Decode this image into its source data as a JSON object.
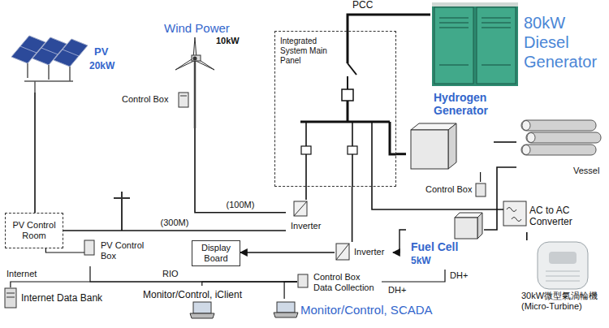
{
  "diagram": {
    "nodes": [
      {
        "text": [
          "80kW Diesel Generator"
        ]
      },
      {
        "text": [
          "PV",
          "20kW"
        ]
      },
      {
        "text": [
          "Wind Power",
          "10kW"
        ]
      },
      {
        "text": [
          "Integrated System Main Panel"
        ]
      },
      {
        "text": [
          "Control Box"
        ]
      },
      {
        "text": [
          "Inverter"
        ]
      },
      {
        "text": [
          "Hydrogen Generator"
        ]
      },
      {
        "text": [
          "Control Box"
        ]
      },
      {
        "text": [
          "Vessel"
        ]
      },
      {
        "text": [
          "PV Control Room"
        ]
      },
      {
        "text": [
          "PV Control Box"
        ]
      },
      {
        "text": [
          "Display Board"
        ]
      },
      {
        "text": [
          "Inverter"
        ]
      },
      {
        "text": [
          "Fuel Cell",
          "5kW"
        ]
      },
      {
        "text": [
          "AC to AC Converter"
        ]
      },
      {
        "text": [
          "30kW微型氣渦輪機(Micro-Turbine)"
        ]
      },
      {
        "text": [
          "Internet Data Bank"
        ]
      },
      {
        "text": [
          "Monitor/Control, iClient"
        ]
      },
      {
        "text": [
          "Control Box Data Collection"
        ]
      },
      {
        "text": [
          "Monitor/Control, SCADA"
        ]
      }
    ],
    "edges": [
      {
        "from": 3,
        "to": 0,
        "arrow": "none"
      },
      {
        "from": 2,
        "to": 5,
        "label": "(100M)",
        "arrow": "none"
      },
      {
        "from": 9,
        "to": 5,
        "label": "(300M)",
        "arrow": "none"
      },
      {
        "from": 5,
        "to": 3,
        "arrow": "none"
      },
      {
        "from": 1,
        "to": 9,
        "arrow": "none"
      },
      {
        "from": 9,
        "to": 10,
        "arrow": "none"
      },
      {
        "from": 3,
        "to": 6,
        "arrow": "none"
      },
      {
        "from": 6,
        "to": 8,
        "arrow": "none"
      },
      {
        "from": 7,
        "to": 6,
        "arrow": "none"
      },
      {
        "from": 8,
        "to": 13,
        "arrow": "none"
      },
      {
        "from": 3,
        "to": 14,
        "arrow": "none"
      },
      {
        "from": 14,
        "to": 15,
        "arrow": "none"
      },
      {
        "from": 12,
        "to": 3,
        "arrow": "none"
      },
      {
        "from": 13,
        "to": 12,
        "arrow": "to"
      },
      {
        "from": 12,
        "to": 11,
        "arrow": "to"
      },
      {
        "from": 18,
        "to": 10,
        "arrow": "none"
      },
      {
        "from": 18,
        "to": 17,
        "arrow": "none"
      },
      {
        "from": 18,
        "to": 16,
        "arrow": "none"
      },
      {
        "from": 18,
        "to": 19,
        "arrow": "none"
      },
      {
        "from": 18,
        "to": 13,
        "arrow": "none"
      }
    ],
    "labels": [
      "PCC",
      "Internet",
      "RIO",
      "DH+",
      "DH+"
    ]
  }
}
